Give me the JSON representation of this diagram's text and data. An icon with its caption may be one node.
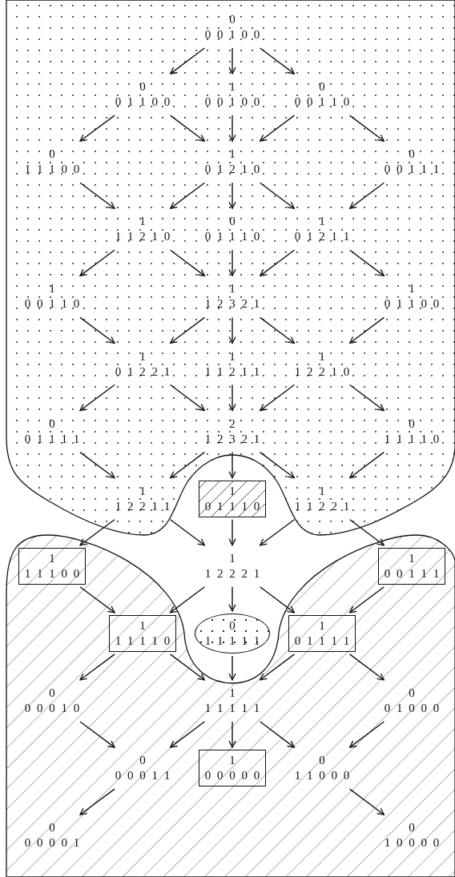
{
  "diagram": {
    "nodes": [
      {
        "text": [
          "0",
          "0 0 1 0 0"
        ]
      },
      {
        "text": [
          "0",
          "0 1 1 0 0"
        ]
      },
      {
        "text": [
          "1",
          "0 0 1 0 0"
        ]
      },
      {
        "text": [
          "0",
          "0 0 1 1 0"
        ]
      },
      {
        "text": [
          "0",
          "1 1 1 0 0"
        ]
      },
      {
        "text": [
          "1",
          "0 1 2 1 0"
        ]
      },
      {
        "text": [
          "0",
          "0 0 1 1 1"
        ]
      },
      {
        "text": [
          "1",
          "1 1 2 1 0"
        ]
      },
      {
        "text": [
          "0",
          "0 1 1 1 0"
        ]
      },
      {
        "text": [
          "1",
          "0 1 2 1 1"
        ]
      },
      {
        "text": [
          "1",
          "0 0 1 1 0"
        ]
      },
      {
        "text": [
          "1",
          "1 2 3 2 1"
        ]
      },
      {
        "text": [
          "1",
          "0 1 1 0 0"
        ]
      },
      {
        "text": [
          "1",
          "0 1 2 2 1"
        ]
      },
      {
        "text": [
          "1",
          "1 1 2 1 1"
        ]
      },
      {
        "text": [
          "1",
          "1 2 2 1 0"
        ]
      },
      {
        "text": [
          "0",
          "0 1 1 1 1"
        ]
      },
      {
        "text": [
          "2",
          "1 2 3 2 1"
        ]
      },
      {
        "text": [
          "0",
          "1 1 1 1 0"
        ]
      },
      {
        "text": [
          "1",
          "1 2 2 1 1"
        ]
      },
      {
        "text": [
          "1",
          "0 1 1 1 0"
        ]
      },
      {
        "text": [
          "1",
          "1 1 2 2 1"
        ]
      },
      {
        "text": [
          "1",
          "1 1 1 0 0"
        ]
      },
      {
        "text": [
          "1",
          "1 2 2 2 1"
        ]
      },
      {
        "text": [
          "1",
          "0 0 1 1 1"
        ]
      },
      {
        "text": [
          "1",
          "1 1 1 1 0"
        ]
      },
      {
        "text": [
          "0",
          "1 1 1 1 1"
        ]
      },
      {
        "text": [
          "1",
          "0 1 1 1 1"
        ]
      },
      {
        "text": [
          "0",
          "0 0 0 1 0"
        ]
      },
      {
        "text": [
          "1",
          "1 1 1 1 1"
        ]
      },
      {
        "text": [
          "0",
          "0 1 0 0 0"
        ]
      },
      {
        "text": [
          "0",
          "0 0 0 1 1"
        ]
      },
      {
        "text": [
          "1",
          "0 0 0 0 0"
        ]
      },
      {
        "text": [
          "0",
          "1 1 0 0 0"
        ]
      },
      {
        "text": [
          "0",
          "0 0 0 0 1"
        ]
      },
      {
        "text": [
          "0",
          "1 0 0 0 0"
        ]
      }
    ],
    "edges": [
      {
        "from": 0,
        "to": 1,
        "arrow": "to"
      },
      {
        "from": 0,
        "to": 2,
        "arrow": "to"
      },
      {
        "from": 0,
        "to": 3,
        "arrow": "to"
      },
      {
        "from": 1,
        "to": 4,
        "arrow": "to"
      },
      {
        "from": 1,
        "to": 5,
        "arrow": "to"
      },
      {
        "from": 2,
        "to": 5,
        "arrow": "to"
      },
      {
        "from": 3,
        "to": 5,
        "arrow": "to"
      },
      {
        "from": 3,
        "to": 6,
        "arrow": "to"
      },
      {
        "from": 4,
        "to": 7,
        "arrow": "to"
      },
      {
        "from": 5,
        "to": 7,
        "arrow": "to"
      },
      {
        "from": 5,
        "to": 8,
        "arrow": "to"
      },
      {
        "from": 5,
        "to": 9,
        "arrow": "to"
      },
      {
        "from": 6,
        "to": 9,
        "arrow": "to"
      },
      {
        "from": 7,
        "to": 10,
        "arrow": "to"
      },
      {
        "from": 7,
        "to": 11,
        "arrow": "to"
      },
      {
        "from": 8,
        "to": 11,
        "arrow": "to"
      },
      {
        "from": 9,
        "to": 11,
        "arrow": "to"
      },
      {
        "from": 9,
        "to": 12,
        "arrow": "to"
      },
      {
        "from": 10,
        "to": 13,
        "arrow": "to"
      },
      {
        "from": 11,
        "to": 13,
        "arrow": "to"
      },
      {
        "from": 11,
        "to": 14,
        "arrow": "to"
      },
      {
        "from": 11,
        "to": 15,
        "arrow": "to"
      },
      {
        "from": 12,
        "to": 15,
        "arrow": "to"
      },
      {
        "from": 13,
        "to": 16,
        "arrow": "to"
      },
      {
        "from": 13,
        "to": 17,
        "arrow": "to"
      },
      {
        "from": 14,
        "to": 17,
        "arrow": "to"
      },
      {
        "from": 15,
        "to": 17,
        "arrow": "to"
      },
      {
        "from": 15,
        "to": 18,
        "arrow": "to"
      },
      {
        "from": 16,
        "to": 19,
        "arrow": "to"
      },
      {
        "from": 17,
        "to": 19,
        "arrow": "to"
      },
      {
        "from": 17,
        "to": 20,
        "arrow": "to"
      },
      {
        "from": 17,
        "to": 21,
        "arrow": "to"
      },
      {
        "from": 18,
        "to": 21,
        "arrow": "to"
      },
      {
        "from": 19,
        "to": 22,
        "arrow": "to"
      },
      {
        "from": 19,
        "to": 23,
        "arrow": "to"
      },
      {
        "from": 20,
        "to": 23,
        "arrow": "to"
      },
      {
        "from": 21,
        "to": 23,
        "arrow": "to"
      },
      {
        "from": 21,
        "to": 24,
        "arrow": "to"
      },
      {
        "from": 22,
        "to": 25,
        "arrow": "to"
      },
      {
        "from": 23,
        "to": 25,
        "arrow": "to"
      },
      {
        "from": 23,
        "to": 26,
        "arrow": "to"
      },
      {
        "from": 23,
        "to": 27,
        "arrow": "to"
      },
      {
        "from": 24,
        "to": 27,
        "arrow": "to"
      },
      {
        "from": 25,
        "to": 28,
        "arrow": "to"
      },
      {
        "from": 25,
        "to": 29,
        "arrow": "to"
      },
      {
        "from": 26,
        "to": 29,
        "arrow": "to"
      },
      {
        "from": 27,
        "to": 29,
        "arrow": "to"
      },
      {
        "from": 27,
        "to": 30,
        "arrow": "to"
      },
      {
        "from": 28,
        "to": 31,
        "arrow": "to"
      },
      {
        "from": 29,
        "to": 31,
        "arrow": "to"
      },
      {
        "from": 29,
        "to": 32,
        "arrow": "to"
      },
      {
        "from": 29,
        "to": 33,
        "arrow": "to"
      },
      {
        "from": 30,
        "to": 33,
        "arrow": "to"
      },
      {
        "from": 31,
        "to": 34,
        "arrow": "to"
      },
      {
        "from": 33,
        "to": 35,
        "arrow": "to"
      }
    ]
  }
}
